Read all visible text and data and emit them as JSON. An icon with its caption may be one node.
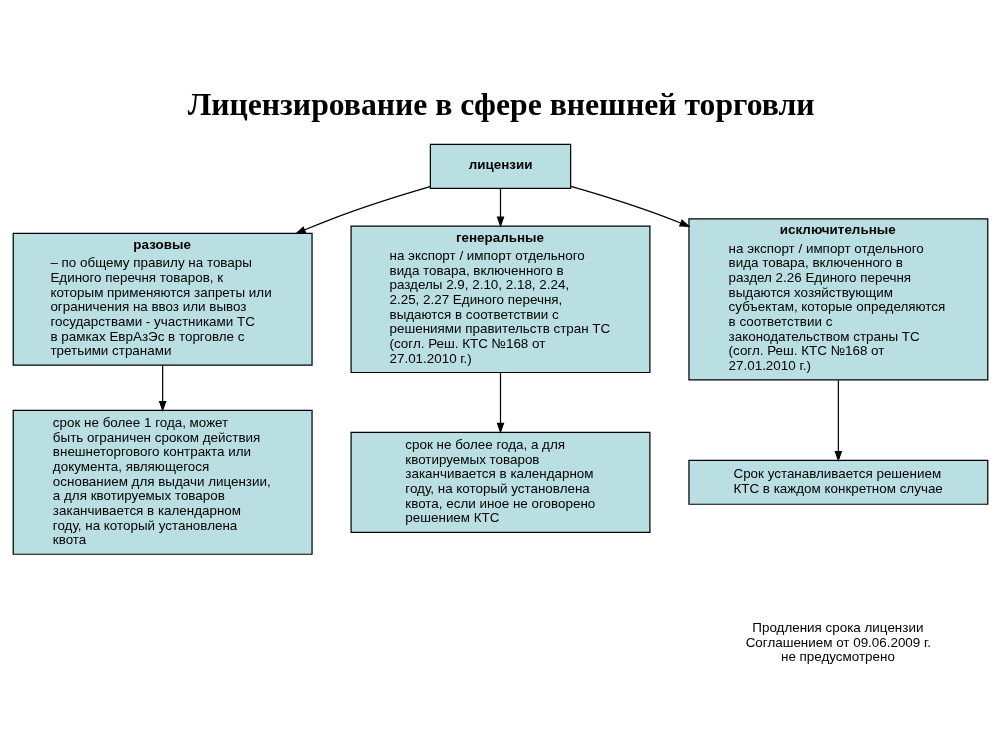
{
  "diagram": {
    "title": "Лицензирование в сфере внешней торговли",
    "nodes": [
      {
        "text": [
          "лицензии"
        ]
      },
      {
        "text": [
          "разовые",
          "– по общему правилу на товары Единого перечня товаров, к которым применяются запреты или ограничения на ввоз или вывоз государствами - участниками ТС в рамках ЕврАзЭс в торговле с третьими странами"
        ]
      },
      {
        "text": [
          "генеральные",
          "на экспорт / импорт отдельного вида товара, включенного в разделы 2.9, 2.10, 2.18, 2.24, 2.25, 2.27 Единого перечня, выдаются в соответствии с решениями правительств стран ТС (согл. Реш. КТС №168 от 27.01.2010 г.)"
        ]
      },
      {
        "text": [
          "исключительные",
          "на экспорт / импорт отдельного вида товара, включенного в раздел 2.26 Единого перечня выдаются хозяйствующим субъектам, которые определяются в соответствии с законодательством страны ТС (согл. Реш. КТС №168 от 27.01.2010 г.)"
        ]
      },
      {
        "text": [
          "срок не более 1 года, может быть ограничен сроком действия внешнеторгового контракта или документа, являющегося основанием для выдачи лицензии, а для квотируемых товаров заканчивается в календарном году, на который установлена квота"
        ]
      },
      {
        "text": [
          "срок не более года, а для квотируемых товаров заканчивается в календарном году, на который установлена квота, если иное не оговорено решением КТС"
        ]
      },
      {
        "text": [
          "Срок устанавливается решением КТС в каждом конкретном случае"
        ]
      }
    ],
    "edges": [
      {
        "from": 0,
        "to": 1,
        "arrow": "to"
      },
      {
        "from": 0,
        "to": 2,
        "arrow": "to"
      },
      {
        "from": 0,
        "to": 3,
        "arrow": "to"
      },
      {
        "from": 1,
        "to": 4,
        "arrow": "to"
      },
      {
        "from": 2,
        "to": 5,
        "arrow": "to"
      },
      {
        "from": 3,
        "to": 6,
        "arrow": "to"
      }
    ],
    "labels": [
      "Продления срока лицензии Соглашением от 09.06.2009 г. не предусмотрено"
    ]
  }
}
